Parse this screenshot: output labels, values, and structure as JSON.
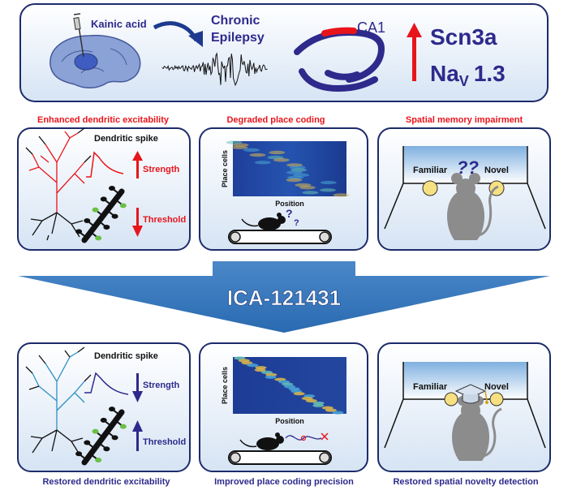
{
  "top": {
    "kainic_acid": "Kainic acid",
    "chronic": "Chronic",
    "epilepsy": "Epilepsy",
    "ca1": "CA1",
    "gene": "Scn3a",
    "channel_main": "Na",
    "channel_sub": "V",
    "channel_num": "1.3"
  },
  "row1": {
    "panel1_title": "Enhanced dendritic excitability",
    "panel2_title": "Degraded place coding",
    "panel3_title": "Spatial memory impairment",
    "dendritic_spike": "Dendritic spike",
    "strength": "Strength",
    "threshold": "Threshold",
    "place_cells": "Place cells",
    "position": "Position",
    "question": "?",
    "familiar": "Familiar",
    "novel": "Novel",
    "question_marks": "??"
  },
  "drug": {
    "label": "ICA-121431"
  },
  "row2": {
    "panel1_title": "Restored dendritic excitability",
    "panel2_title": "Improved place coding precision",
    "panel3_title": "Restored spatial novelty detection",
    "dendritic_spike": "Dendritic spike",
    "strength": "Strength",
    "threshold": "Threshold",
    "place_cells": "Place cells",
    "position": "Position",
    "familiar": "Familiar",
    "novel": "Novel"
  },
  "colors": {
    "panel_border": "#1d2b6b",
    "red": "#e8141b",
    "navy": "#2d2a8c",
    "arrow_blue": "#2f6fb5",
    "neuron_blue": "#2f8fc4",
    "spine_green": "#6abf45"
  }
}
